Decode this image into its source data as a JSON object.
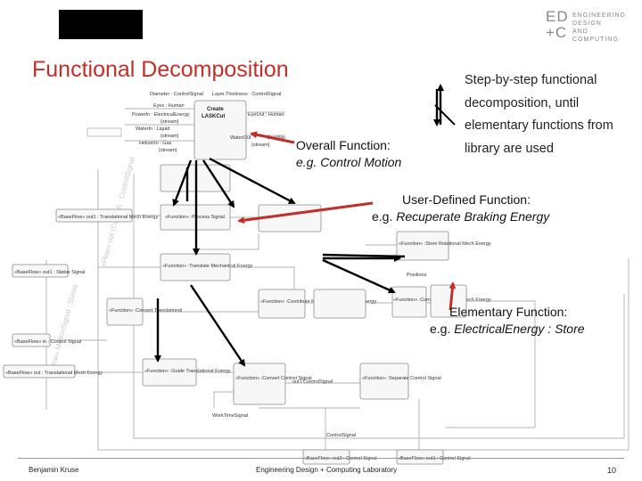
{
  "logo": {
    "big_top": "ED",
    "big_bottom": "+C",
    "lines": [
      "ENGINEERING",
      "DESIGN",
      "AND",
      "COMPUTING"
    ]
  },
  "title": "Functional Decomposition",
  "step_text": "Step-by-step functional decomposition, until elementary functions from library are used",
  "callouts": {
    "overall_line1": "Overall Function:",
    "overall_example": "e.g. Control Motion",
    "userdef_line1": "User-Defined Function:",
    "userdef_prefix": "e.g. ",
    "userdef_example": "Recuperate Braking Energy",
    "elementary_line1": "Elementary Function:",
    "elementary_prefix": "e.g. ",
    "elementary_example": "ElectricalEnergy : Store"
  },
  "diagram": {
    "top_block": {
      "stereo": "Create",
      "name": "LASKCut"
    },
    "ports": {
      "diameter": "Diameter : ControlSignal",
      "layer": "Layer.Thickness : ControlSignal",
      "eyes": "Eyes : Human",
      "power": "PowerIn : ElectricalEnergy",
      "water": "WaterIn : Liquid",
      "helium": "HeliumIn : Gas",
      "eye_out": "EyeOut : Human",
      "water_out": "WaterOut",
      "back_mo": "BackMo",
      "stream": "{stream}"
    },
    "blocks": {
      "process_signal": "«Function» :Process Signal",
      "translate_energy": "«Function» :Translate Mechanical Energy",
      "convert_translational": "«Function» :Convert Translational",
      "contribute_rotational": "«Function» :Contribute Rotational Mechanical Energy",
      "store_rotational": "«Function» :Store Rotational Mech Energy",
      "convert_rotational": "«Function» :Convert Rotational Mech Energy",
      "guide_translational": "«Function» :Guide Translational Energy",
      "convert_control": "«Function» :Convert Control Signal",
      "separate_control": "«Function» :Separate Control Signal",
      "base_flow_1": "«BaseFlow» out1 : Translational Mech Energy",
      "base_flow_2": "«BaseFlow» out1 : Status Signal",
      "base_flow_3": "«BaseFlow» in : Control Signal",
      "base_flow_4": "«BaseFlow» out : Translational Mech Energy",
      "base_flow_5": "«BaseFlow» out2 : Control Signal",
      "base_flow_6": "«BaseFlow» out1 : Control Signal",
      "out1_control": "out1:ControlSignal",
      "worktimesignal": "WorkTimeSignal",
      "control_signal": "ControlSignal",
      "positions": "Positions",
      "faint_1": "«Flow» out (Control) : ControlSignal",
      "faint_2": "«Flow» MotionSignal : Status"
    }
  },
  "footer": {
    "author": "Benjamin Kruse",
    "lab": "Engineering Design + Computing Laboratory",
    "page": "10"
  },
  "colors": {
    "title": "#c0302a",
    "arrow_red": "#c0302a",
    "arrow_black": "#000000"
  }
}
